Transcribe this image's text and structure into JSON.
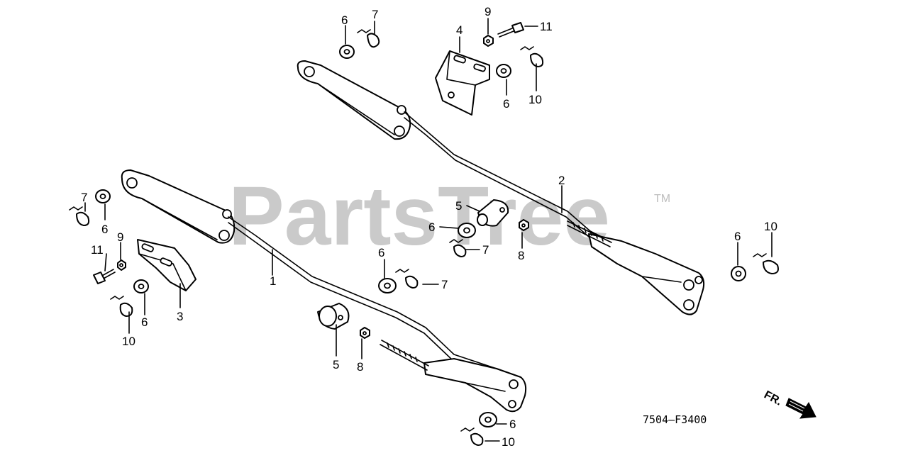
{
  "watermark": {
    "brand": "PartsTree",
    "trademark": "TM"
  },
  "diagram_code": "7504—F3400",
  "direction_label": "FR.",
  "callouts": [
    {
      "id": "c1",
      "text": "1"
    },
    {
      "id": "c2",
      "text": "2"
    },
    {
      "id": "c3",
      "text": "3"
    },
    {
      "id": "c4",
      "text": "4"
    },
    {
      "id": "c5a",
      "text": "5"
    },
    {
      "id": "c5b",
      "text": "5"
    },
    {
      "id": "c6a",
      "text": "6"
    },
    {
      "id": "c6b",
      "text": "6"
    },
    {
      "id": "c6c",
      "text": "6"
    },
    {
      "id": "c6d",
      "text": "6"
    },
    {
      "id": "c6e",
      "text": "6"
    },
    {
      "id": "c6f",
      "text": "6"
    },
    {
      "id": "c6g",
      "text": "6"
    },
    {
      "id": "c6h",
      "text": "6"
    },
    {
      "id": "c7a",
      "text": "7"
    },
    {
      "id": "c7b",
      "text": "7"
    },
    {
      "id": "c7c",
      "text": "7"
    },
    {
      "id": "c7d",
      "text": "7"
    },
    {
      "id": "c8a",
      "text": "8"
    },
    {
      "id": "c8b",
      "text": "8"
    },
    {
      "id": "c9a",
      "text": "9"
    },
    {
      "id": "c9b",
      "text": "9"
    },
    {
      "id": "c10a",
      "text": "10"
    },
    {
      "id": "c10b",
      "text": "10"
    },
    {
      "id": "c10c",
      "text": "10"
    },
    {
      "id": "c10d",
      "text": "10"
    },
    {
      "id": "c11a",
      "text": "11"
    },
    {
      "id": "c11b",
      "text": "11"
    }
  ]
}
